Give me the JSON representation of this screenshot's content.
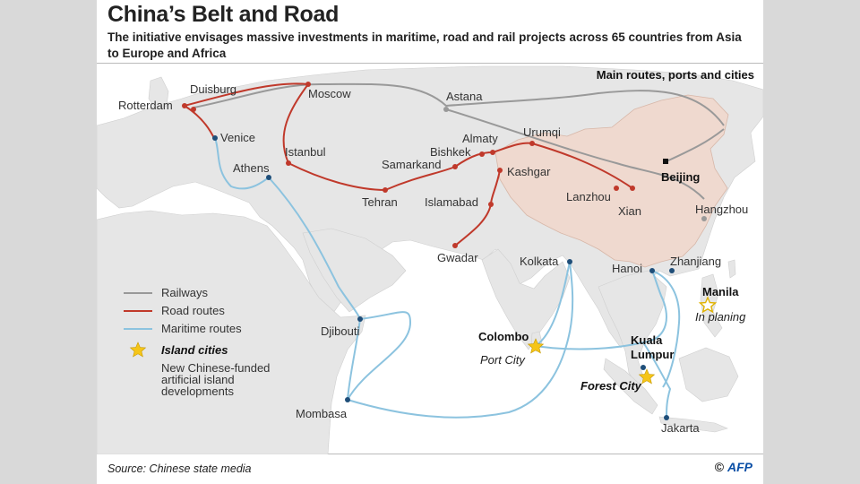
{
  "header": {
    "title": "China’s Belt and Road",
    "subtitle": "The initiative envisages massive investments in maritime, road and rail projects across 65 countries from Asia to Europe and Africa"
  },
  "map": {
    "panel_label": "Main routes, ports and cities",
    "cities": {
      "rotterdam": "Rotterdam",
      "duisburg": "Duisburg",
      "moscow": "Moscow",
      "astana": "Astana",
      "venice": "Venice",
      "istanbul": "Istanbul",
      "athens": "Athens",
      "urumqi": "Urumqi",
      "almaty": "Almaty",
      "bishkek": "Bishkek",
      "samarkand": "Samarkand",
      "kashgar": "Kashgar",
      "tehran": "Tehran",
      "islamabad": "Islamabad",
      "lanzhou": "Lanzhou",
      "xian": "Xian",
      "beijing": "Beijing",
      "hangzhou": "Hangzhou",
      "gwadar": "Gwadar",
      "kolkata": "Kolkata",
      "hanoi": "Hanoi",
      "zhanjiang": "Zhanjiang",
      "manila": "Manila",
      "manila_note": "In planing",
      "djibouti": "Djibouti",
      "colombo": "Colombo",
      "colombo_note": "Port City",
      "kuala_lumpur_1": "Kuala",
      "kuala_lumpur_2": "Lumpur",
      "forest_city": "Forest City",
      "mombasa": "Mombasa",
      "jakarta": "Jakarta"
    }
  },
  "legend": {
    "railways": "Railways",
    "road_routes": "Road routes",
    "maritime_routes": "Maritime routes",
    "island_cities": "Island cities",
    "island_desc_1": "New Chinese-funded",
    "island_desc_2": "artificial island",
    "island_desc_3": "developments"
  },
  "colors": {
    "rail": "#999999",
    "road": "#c0392b",
    "maritime": "#8cc3df",
    "china": "#efd9cf",
    "land": "#e6e6e6",
    "star": "#f5c518",
    "dot": "#1f4e79"
  },
  "footer": {
    "source": "Source: Chinese state media",
    "copyright": "©",
    "agency": "AFP"
  }
}
